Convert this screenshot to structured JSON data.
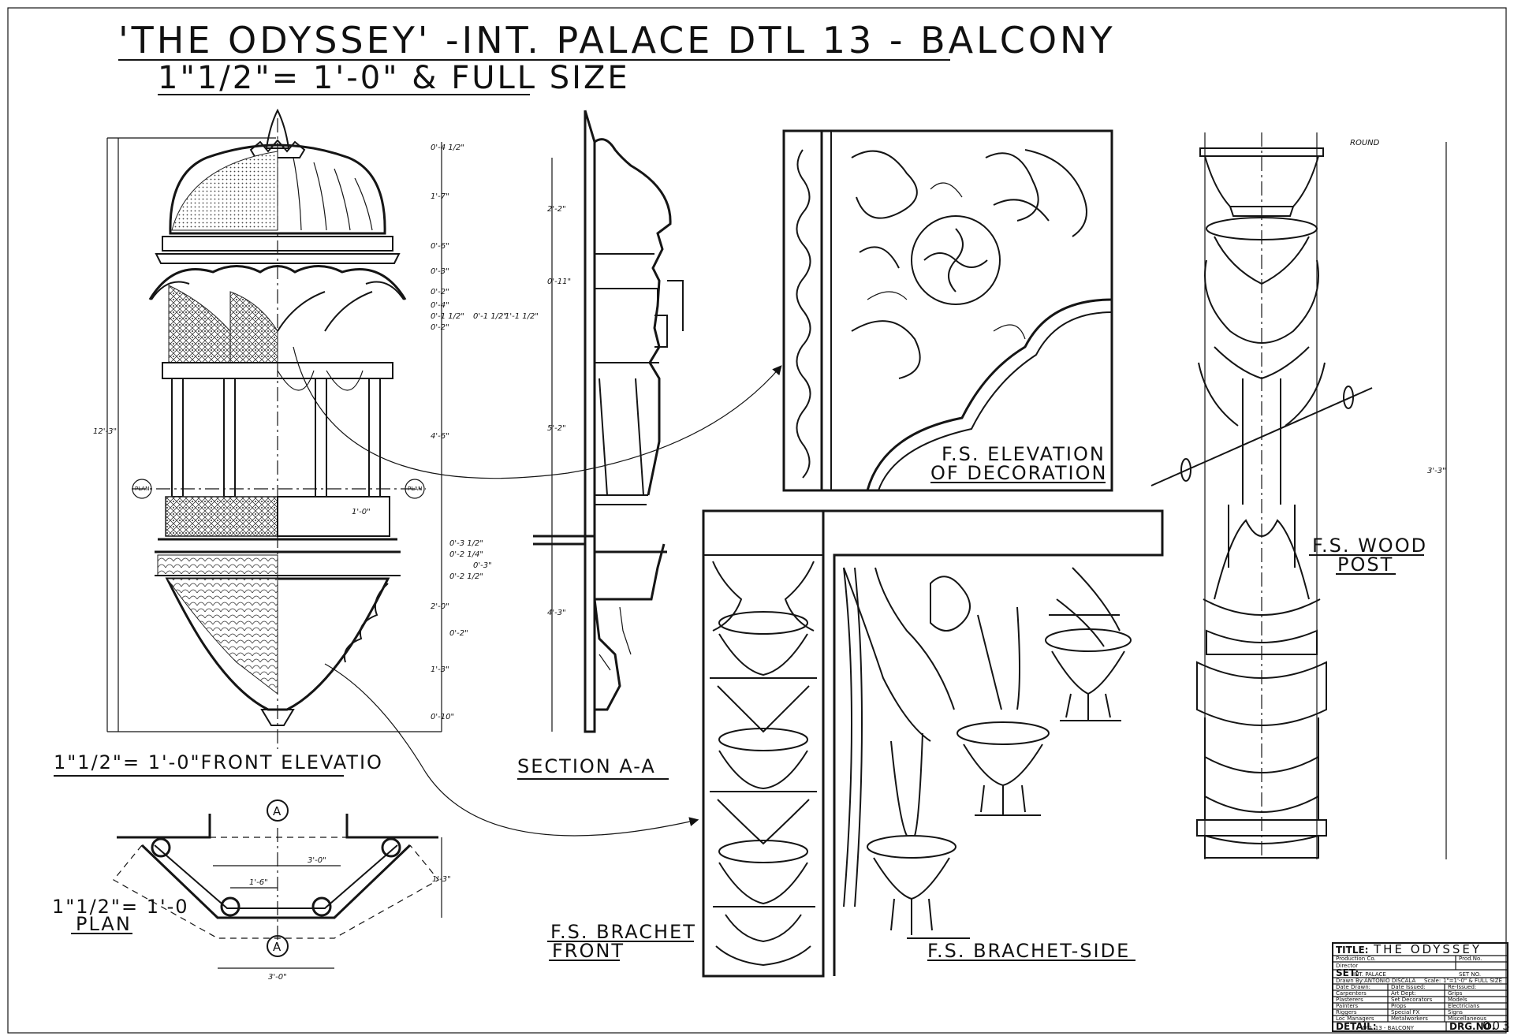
{
  "title": {
    "main": "'THE ODYSSEY' -INT. PALACE DTL 13 - BALCONY",
    "scale": "1\"1/2\"= 1'-0\" & FULL SIZE"
  },
  "views": {
    "front_elevation": "1\"1/2\"= 1'-0\"FRONT ELEVATIO",
    "section": "SECTION A-A",
    "plan_scale": "1\"1/2\"= 1'-0",
    "plan": "PLAN",
    "decoration_line1": "F.S. ELEVATION",
    "decoration_line2": "OF DECORATION",
    "bracket_front_line1": "F.S. BRACHET",
    "bracket_front_line2": "FRONT",
    "bracket_side": "F.S. BRACHET-SIDE",
    "post_line1": "F.S. WOOD",
    "post_line2": "POST",
    "round": "ROUND"
  },
  "markers": {
    "plan_left": "PLAN",
    "plan_right": "PLAN",
    "section_top": "A",
    "section_bottom": "A"
  },
  "dimensions": {
    "overall_height": "12'-3\"",
    "front": [
      "0'-4 1/2\"",
      "1'-7\"",
      "0'-6\"",
      "0'-3\"",
      "0'-2\"",
      "0'-4\"",
      "0'-1 1/2\"",
      "0'-1 1/2\"",
      "1'-1 1/2\"",
      "0'-2\"",
      "4'-6\"",
      "1'-0\"",
      "0'-3 1/2\"",
      "0'-2 1/4\"",
      "0'-3\"",
      "0'-2 1/2\"",
      "2'-0\"",
      "0'-2\"",
      "1'-3\"",
      "0'-10\""
    ],
    "section": [
      "2'-2\"",
      "0'-11\"",
      "5'-2\"",
      "4'-3\""
    ],
    "plan": [
      "3'-0\"",
      "1'-6\"",
      "1'-3\"",
      "3'-0\""
    ],
    "post_height": "3'-3\""
  },
  "title_block": {
    "title_label": "TITLE:",
    "title_value": "THE ODYSSEY",
    "prod_no_label": "Prod.No.",
    "production_co": "Production Co.",
    "director": "Director",
    "set_label": "SET:",
    "set_value": "INT. PALACE",
    "set_no_label": "SET NO.",
    "drawn_by_label": "Drawn By:",
    "drawn_by_value": "ANTONIO DISCALA",
    "scale_label": "Scale:",
    "scale_value": "1\"=1'-0\" & FULL SIZE",
    "date_drawn": "Date Drawn:",
    "date_issued": "Date Issued:",
    "re_issued": "Re-Issued:",
    "rows": [
      [
        "Carpenters",
        "Art Dept:",
        "Grips"
      ],
      [
        "Plasterers",
        "Set Decorators",
        "Models"
      ],
      [
        "Painters",
        "Props",
        "Electricians"
      ],
      [
        "Riggers",
        "Special FX",
        "Signs"
      ],
      [
        "Loc Managers",
        "Metalworkers",
        "Miscellaneous"
      ]
    ],
    "detail_label": "DETAIL:",
    "detail_value": "DTL 13 - BALCONY",
    "drg_no_label": "DRG.NO.",
    "drg_no_value": "003"
  }
}
